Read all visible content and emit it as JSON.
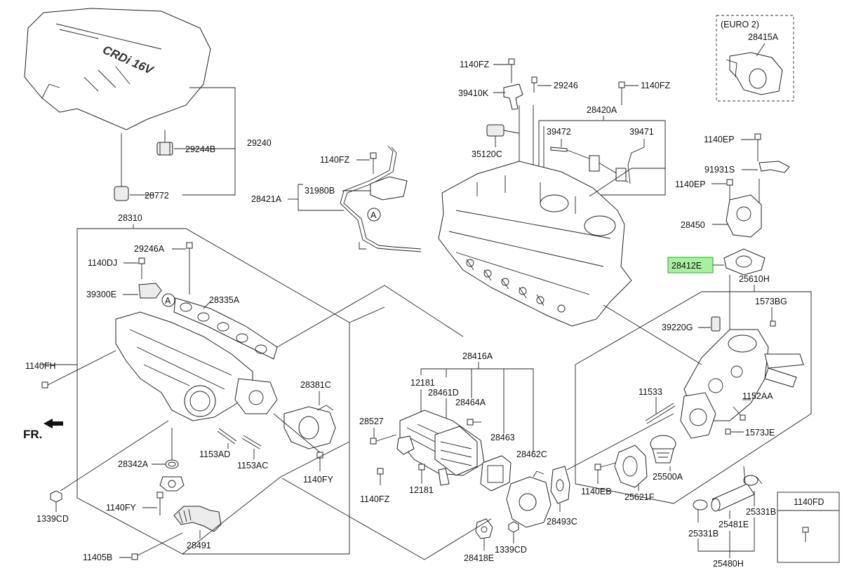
{
  "labels": {
    "euro2": "(EURO 2)",
    "p28415A": "28415A",
    "p1140FZ_a": "1140FZ",
    "p29246": "29246",
    "p1140FZ_b": "1140FZ",
    "p39410K": "39410K",
    "p28420A": "28420A",
    "p39472": "39472",
    "p39471": "39471",
    "p35120C": "35120C",
    "p1140FZ_c": "1140FZ",
    "p31980B": "31980B",
    "p28421A": "28421A",
    "markerA_top": "A",
    "p29244B": "29244B",
    "p29240": "29240",
    "p28772": "28772",
    "p28310": "28310",
    "p29246A": "29246A",
    "p1140DJ": "1140DJ",
    "p39300E": "39300E",
    "markerA_left": "A",
    "p28335A": "28335A",
    "p1140FH": "1140FH",
    "fr": "FR.",
    "p28381C": "28381C",
    "p1153AD": "1153AD",
    "p1153AC": "1153AC",
    "p28342A": "28342A",
    "p1140FY_a": "1140FY",
    "p1339CD_a": "1339CD",
    "p1140FY_b": "1140FY",
    "p28491": "28491",
    "p11405B": "11405B",
    "p28416A": "28416A",
    "p12181_a": "12181",
    "p28461D": "28461D",
    "p28464A": "28464A",
    "p28527": "28527",
    "p28463": "28463",
    "p28462C": "28462C",
    "p1140FZ_d": "1140FZ",
    "p12181_b": "12181",
    "p28493C": "28493C",
    "p28418E": "28418E",
    "p1339CD_b": "1339CD",
    "p1140EP_a": "1140EP",
    "p91931S": "91931S",
    "p1140EP_b": "1140EP",
    "p28450": "28450",
    "p28412E": "28412E",
    "p25610H": "25610H",
    "p1573BG": "1573BG",
    "p39220G": "39220G",
    "p11533": "11533",
    "p1152AA": "1152AA",
    "p1573JE": "1573JE",
    "p1140EB": "1140EB",
    "p25621F": "25621F",
    "p25500A": "25500A",
    "p25331B_a": "25331B",
    "p25481E": "25481E",
    "p25331B_b": "25331B",
    "p25480H": "25480H",
    "p1140FD": "1140FD",
    "engine_cover_text": "CRDi 16V"
  },
  "colors": {
    "highlight_fill": "#a8f0a0",
    "highlight_stroke": "#3dbb3d",
    "line": "#222222"
  },
  "icons": {
    "front_arrow": "arrow-left-icon"
  }
}
